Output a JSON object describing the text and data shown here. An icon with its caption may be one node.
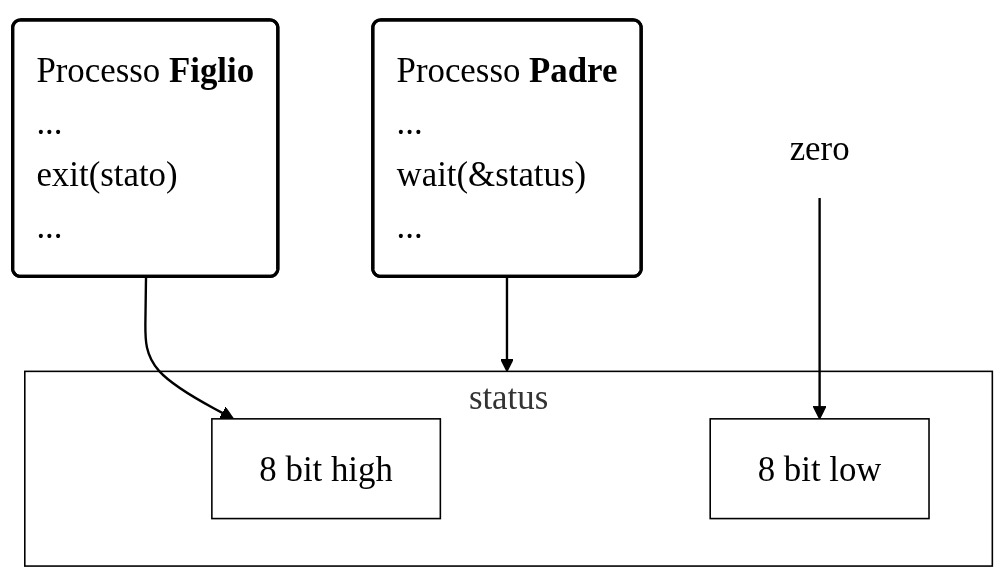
{
  "diagram": {
    "nodes": [
      {
        "text": [
          "Processo **Padre**",
          "...",
          "wait(&status)",
          "..."
        ]
      },
      {
        "text": [
          "Processo **Figlio**",
          "...",
          "exit(stato)",
          "..."
        ]
      },
      {
        "text": [
          "status"
        ]
      },
      {
        "text": [
          "8 bit high"
        ],
        "in": 2
      },
      {
        "text": [
          "8 bit low"
        ],
        "in": 2
      },
      {
        "text": [
          "zero"
        ]
      }
    ],
    "edges": [
      {
        "from": 0,
        "to": 2,
        "arrow": "to"
      },
      {
        "from": 5,
        "to": 4,
        "arrow": "to"
      },
      {
        "from": 1,
        "to": 3,
        "arrow": "to"
      }
    ]
  }
}
